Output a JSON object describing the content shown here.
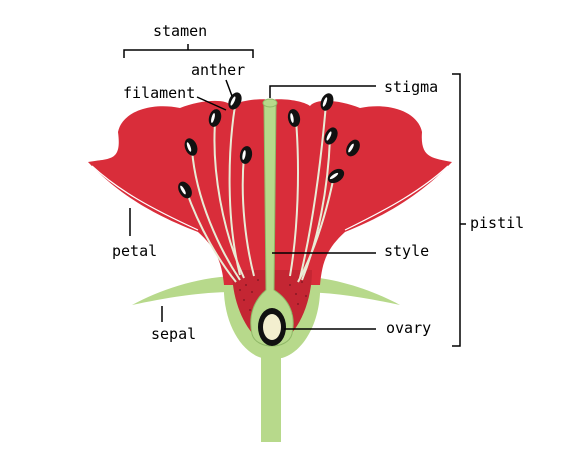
{
  "labels": {
    "stamen": "stamen",
    "anther": "anther",
    "filament": "filament",
    "stigma": "stigma",
    "pistil": "pistil",
    "petal": "petal",
    "style": "style",
    "sepal": "sepal",
    "ovary": "ovary"
  },
  "colors": {
    "petal": "#d92d3a",
    "petal_dark": "#a81e2a",
    "green": "#b7d98b",
    "green_dark": "#8fb867",
    "ovule": "#f3efcf",
    "anther": "#111111",
    "stroke": "#000000"
  }
}
